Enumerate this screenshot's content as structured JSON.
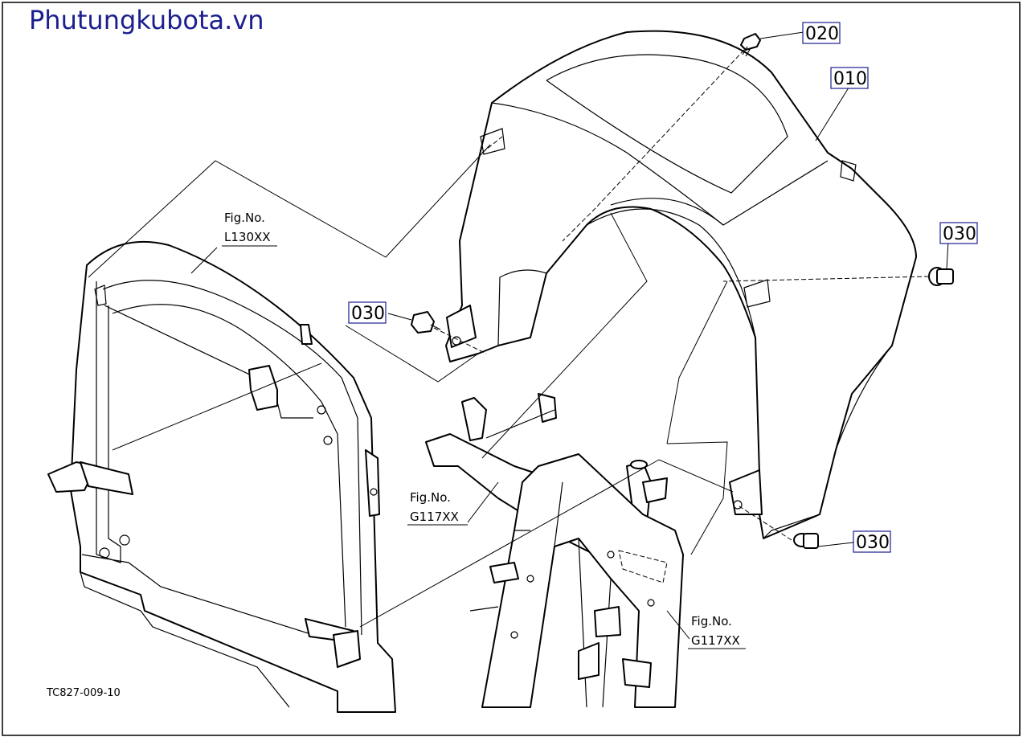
{
  "watermark": "Phutungkubota.vn",
  "drawing_code": "TC827-009-10",
  "parts": {
    "p010": "010",
    "p020": "020",
    "p030_right": "030",
    "p030_left": "030",
    "p030_bottom": "030"
  },
  "figure_refs": {
    "left": {
      "caption": "Fig.No.",
      "number": "L130XX"
    },
    "center": {
      "caption": "Fig.No.",
      "number": "G117XX"
    },
    "right": {
      "caption": "Fig.No.",
      "number": "G117XX"
    }
  },
  "colors": {
    "watermark": "#1b1f8f",
    "line": "#000000",
    "label_border": "#1b1f8f"
  }
}
